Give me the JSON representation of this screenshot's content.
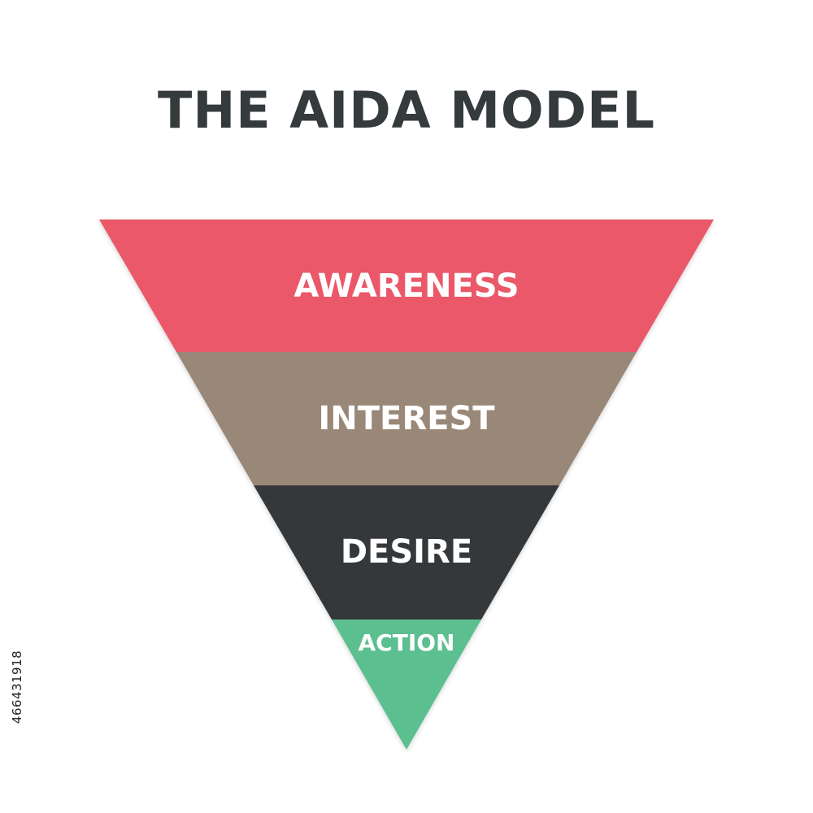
{
  "title": "THE AIDA MODEL",
  "stages": [
    {
      "label": "AWARENESS",
      "color": "#ea5869"
    },
    {
      "label": "INTEREST",
      "color": "#998778"
    },
    {
      "label": "DESIRE",
      "color": "#35393b"
    },
    {
      "label": "ACTION",
      "color": "#5bbf90"
    }
  ],
  "title_color": "#353a3d",
  "stock_id": "466431918"
}
